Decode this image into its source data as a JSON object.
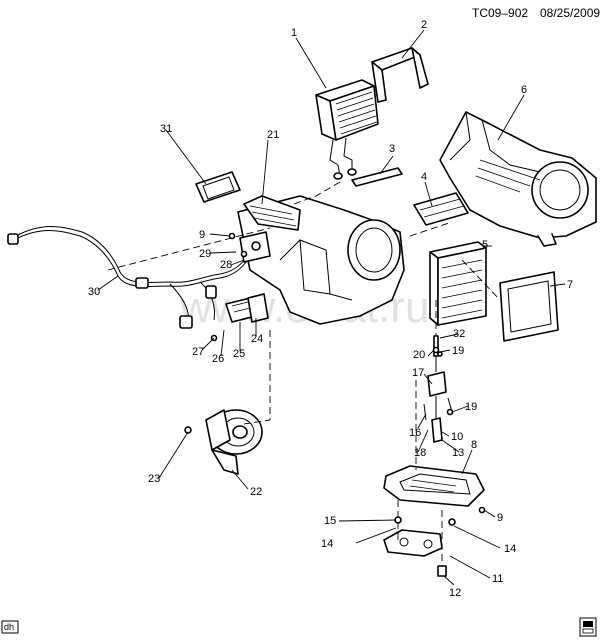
{
  "header": {
    "code": "TC09–902",
    "date": "08/25/2009"
  },
  "watermark": "www.elcat.ru",
  "footer": {
    "left_badge": "dh"
  },
  "callouts": [
    {
      "id": "c1",
      "label": "1"
    },
    {
      "id": "c2",
      "label": "2"
    },
    {
      "id": "c3",
      "label": "3"
    },
    {
      "id": "c4",
      "label": "4"
    },
    {
      "id": "c5",
      "label": "5"
    },
    {
      "id": "c6",
      "label": "6"
    },
    {
      "id": "c7",
      "label": "7"
    },
    {
      "id": "c8",
      "label": "8"
    },
    {
      "id": "c9a",
      "label": "9"
    },
    {
      "id": "c9b",
      "label": "9"
    },
    {
      "id": "c10",
      "label": "10"
    },
    {
      "id": "c11",
      "label": "11"
    },
    {
      "id": "c12",
      "label": "12"
    },
    {
      "id": "c13",
      "label": "13"
    },
    {
      "id": "c14a",
      "label": "14"
    },
    {
      "id": "c14b",
      "label": "14"
    },
    {
      "id": "c15",
      "label": "15"
    },
    {
      "id": "c16",
      "label": "16"
    },
    {
      "id": "c17",
      "label": "17"
    },
    {
      "id": "c18",
      "label": "18"
    },
    {
      "id": "c19a",
      "label": "19"
    },
    {
      "id": "c19b",
      "label": "19"
    },
    {
      "id": "c20",
      "label": "20"
    },
    {
      "id": "c21",
      "label": "21"
    },
    {
      "id": "c22",
      "label": "22"
    },
    {
      "id": "c23",
      "label": "23"
    },
    {
      "id": "c24",
      "label": "24"
    },
    {
      "id": "c25",
      "label": "25"
    },
    {
      "id": "c26",
      "label": "26"
    },
    {
      "id": "c27",
      "label": "27"
    },
    {
      "id": "c28",
      "label": "28"
    },
    {
      "id": "c29",
      "label": "29"
    },
    {
      "id": "c30",
      "label": "30"
    },
    {
      "id": "c31",
      "label": "31"
    },
    {
      "id": "c32",
      "label": "32"
    }
  ]
}
